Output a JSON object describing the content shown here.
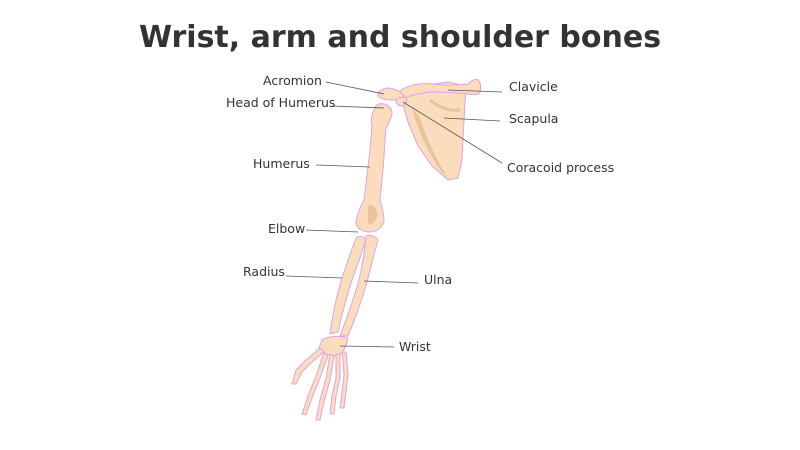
{
  "title": "Wrist, arm and shoulder bones",
  "colors": {
    "bone_fill": "#FBDCBD",
    "bone_shade": "#E8C49E",
    "bone_outline": "#D9A6E6",
    "leader_line": "#555555",
    "text": "#333333"
  },
  "labels": {
    "acromion": "Acromion",
    "head_of_humerus": "Head of Humerus",
    "humerus": "Humerus",
    "elbow": "Elbow",
    "radius": "Radius",
    "clavicle": "Clavicle",
    "scapula": "Scapula",
    "coracoid_process": "Coracoid process",
    "ulna": "Ulna",
    "wrist": "Wrist"
  }
}
